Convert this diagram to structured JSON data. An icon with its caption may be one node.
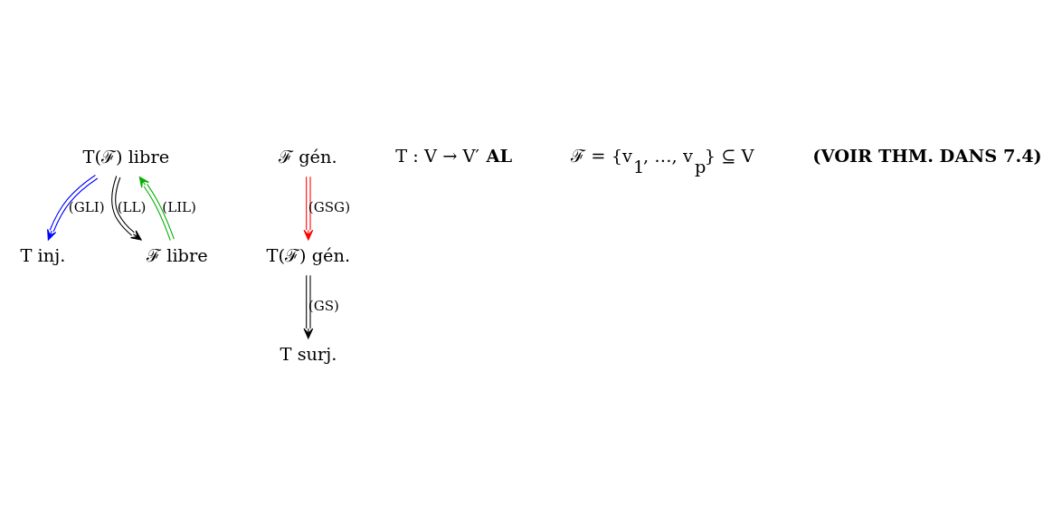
{
  "diagram": {
    "nodes": [
      {
        "text": [
          "T inj."
        ]
      },
      {
        "text": [
          "T(ℱ) libre"
        ]
      },
      {
        "text": [
          "ℱ libre"
        ]
      },
      {
        "text": [
          "ℱ gén."
        ]
      },
      {
        "text": [
          "T(ℱ) gén."
        ]
      },
      {
        "text": [
          "T surj."
        ]
      }
    ],
    "edges": [
      {
        "from": 1,
        "to": 0,
        "arrow": "to",
        "label": "(GLI)",
        "color": "#0000ff"
      },
      {
        "from": 2,
        "to": 1,
        "arrow": "to",
        "label": "(LIL)",
        "color": "#00b000"
      },
      {
        "from": 1,
        "to": 2,
        "arrow": "to",
        "label": "(LL)"
      },
      {
        "from": 3,
        "to": 4,
        "arrow": "to",
        "label": "(GSG)",
        "color": "#ff0000"
      },
      {
        "from": 4,
        "to": 5,
        "arrow": "to",
        "label": "(GS)"
      }
    ],
    "labels": [
      "T : V → V′ **AL**",
      "ℱ = {v$_{1}$, …, v$_{p}$} ⊆ V",
      "(VOIR THM. DANS 7.4)"
    ]
  }
}
